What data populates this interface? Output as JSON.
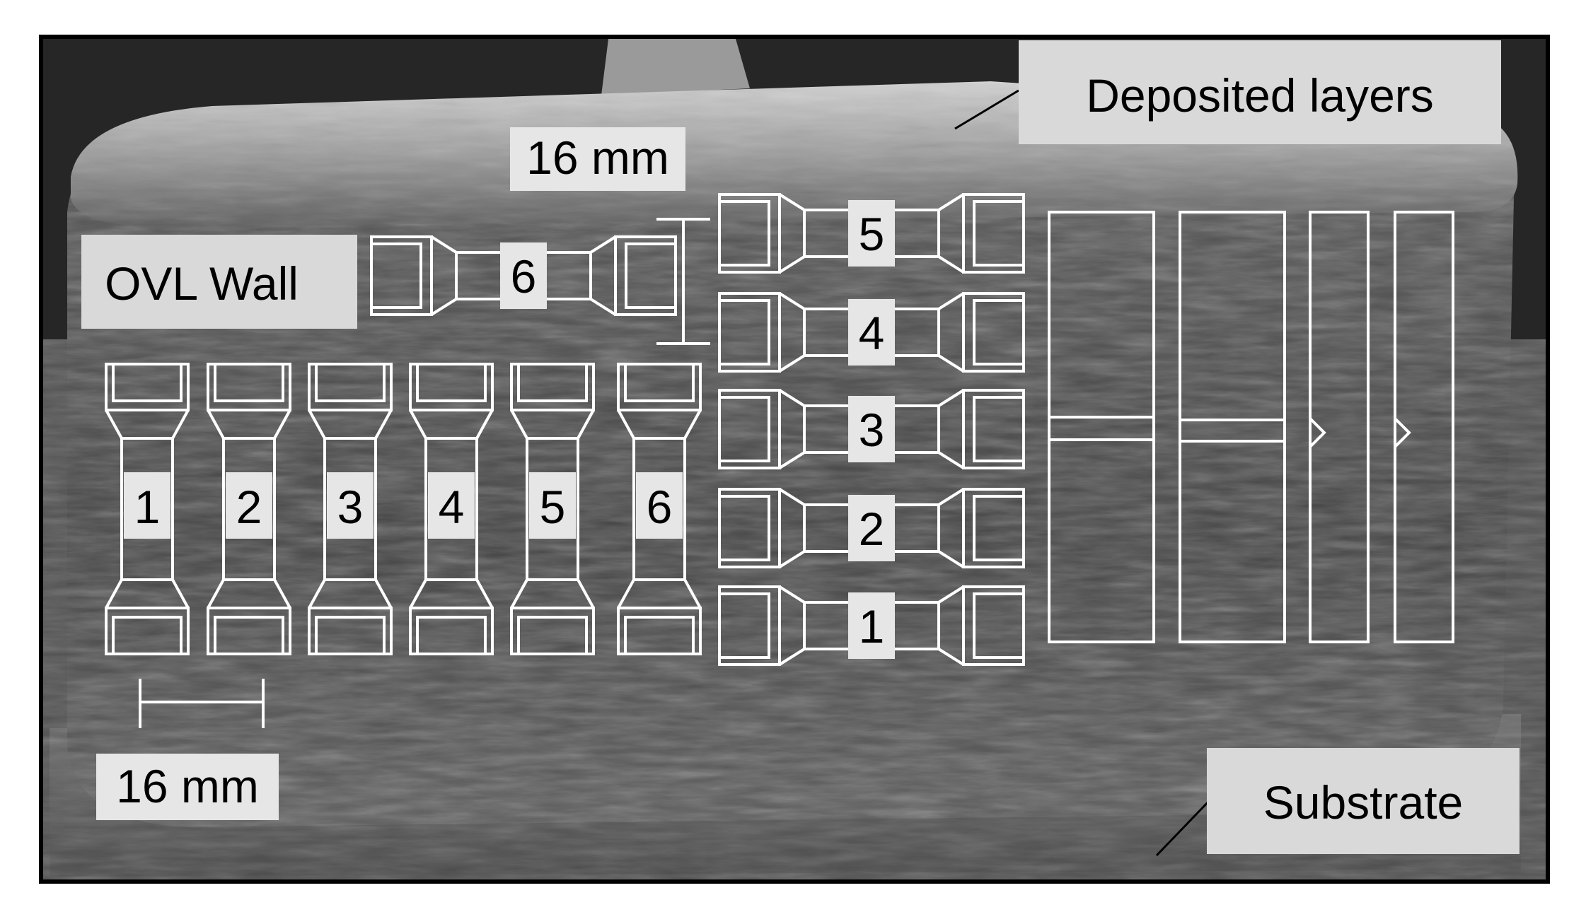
{
  "labels": {
    "deposited_layers": "Deposited layers",
    "ovl_wall": "OVL Wall",
    "substrate": "Substrate",
    "scale_top": "16 mm",
    "scale_bottom": "16 mm"
  },
  "vertical_specimens": [
    "1",
    "2",
    "3",
    "4",
    "5",
    "6"
  ],
  "horizontal_specimens_right": [
    "5",
    "4",
    "3",
    "2",
    "1"
  ],
  "horizontal_specimen_top": "6",
  "colors": {
    "frame": "#000000",
    "outline": "#ffffff",
    "label_box": "#d9d9d9",
    "number_box": "#e6e6e6",
    "wall_dark": "#3b3b3b",
    "wall_mid": "#5a5a5a",
    "background_dark": "#1e1e1e"
  }
}
